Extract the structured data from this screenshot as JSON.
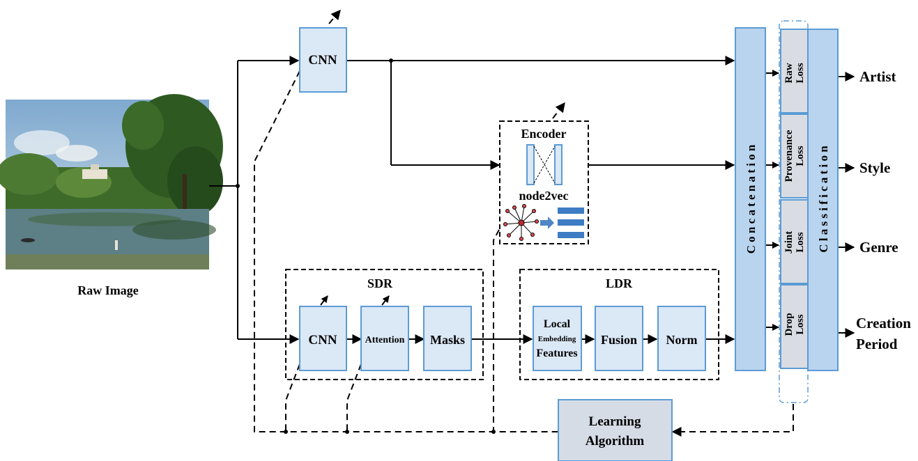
{
  "colors": {
    "box_fill": "#dbe8f6",
    "box_stroke": "#5b9bd5",
    "column_fill": "#b9d4ee",
    "learning_fill": "#d5dce6",
    "line": "#000000",
    "image_sky": "#9fc4e0",
    "image_trees": "#3f6b2a",
    "image_water": "#5d7f86"
  },
  "input": {
    "caption": "Raw Image",
    "image_icon": "landscape-painting"
  },
  "top_branch": {
    "cnn_label": "CNN"
  },
  "encoder_block": {
    "encoder_label": "Encoder",
    "node2vec_label": "node2vec",
    "graph_icon": "graph-network-icon",
    "arrow_icon": "right-arrow-icon",
    "embedding_icon": "embedding-bars-icon"
  },
  "sdr": {
    "title": "SDR",
    "cnn_label": "CNN",
    "attention_label": "Attention",
    "masks_label": "Masks"
  },
  "ldr": {
    "title": "LDR",
    "local_line1": "Local",
    "local_line2": "Embedding",
    "local_line3": "Features",
    "fusion_label": "Fusion",
    "norm_label": "Norm"
  },
  "concatenation_label": "C o n c a t e n a t i o n",
  "classification_label": "C l a s s i f i c a t i o n",
  "losses": [
    {
      "line1": "Raw",
      "line2": "Loss"
    },
    {
      "line1": "Provenance",
      "line2": "Loss"
    },
    {
      "line1": "Joint",
      "line2": "Loss"
    },
    {
      "line1": "Drop",
      "line2": "Loss"
    }
  ],
  "outputs": {
    "artist": "Artist",
    "style": "Style",
    "genre": "Genre",
    "creation_line1": "Creation",
    "creation_line2": "Period"
  },
  "learning": {
    "line1": "Learning",
    "line2": "Algorithm"
  }
}
